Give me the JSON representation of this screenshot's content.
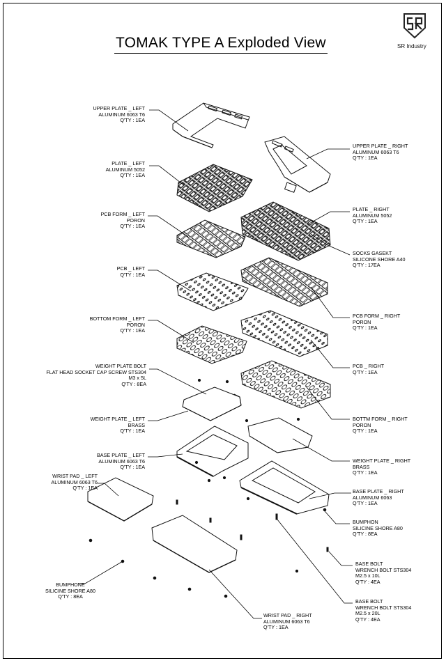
{
  "title": "TOMAK TYPE A Exploded View",
  "logo": {
    "text": "SR Industry"
  },
  "parts": {
    "upper_plate_left": {
      "name": "UPPER PLATE _ LEFT",
      "material": "ALUMINUM 6063 T6",
      "qty": "Q'TY : 1EA"
    },
    "upper_plate_right": {
      "name": "UPPER PLATE _ RIGHT",
      "material": "ALUMINUM 6063 T6",
      "qty": "Q'TY : 1EA"
    },
    "plate_left": {
      "name": "PLATE _ LEFT",
      "material": "ALUMINUM 5052",
      "qty": "Q'TY : 1EA"
    },
    "plate_right": {
      "name": "PLATE _ RIGHT",
      "material": "ALUMINUM 5052",
      "qty": "Q'TY : 1EA"
    },
    "pcb_form_left": {
      "name": "PCB FORM _ LEFT",
      "material": "PORON",
      "qty": "Q'TY : 1EA"
    },
    "socks_gasket": {
      "name": "SOCKS GASEKT",
      "material": "SILICONE SHORE A40",
      "qty": "Q'TY : 17EA"
    },
    "pcb_left": {
      "name": "PCB _ LEFT",
      "qty": "Q'TY : 1EA"
    },
    "pcb_form_right": {
      "name": "PCB FORM _ RIGHT",
      "material": "PORON",
      "qty": "Q'TY : 1EA"
    },
    "bottom_form_left": {
      "name": "BOTTOM FORM _ LEFT",
      "material": "PORON",
      "qty": "Q'TY : 1EA"
    },
    "pcb_right": {
      "name": "PCB _ RIGHT",
      "qty": "Q'TY : 1EA"
    },
    "weight_plate_bolt": {
      "name": "WEIGHT PLATE BOLT",
      "material": "FLAT HEAD SOCKET CAP SCREW STS304",
      "size": "M3 x 5L",
      "qty": "Q'TY : 8EA"
    },
    "weight_plate_left": {
      "name": "WEIGHT PLATE _ LEFT",
      "material": "BRASS",
      "qty": "Q'TY : 1EA"
    },
    "bottom_form_right": {
      "name": "BOTTM FORM _ RIGHT",
      "material": "PORON",
      "qty": "Q'TY : 1EA"
    },
    "base_plate_left": {
      "name": "BASE PLATE _ LEFT",
      "material": "ALUMINUM 6063 T6",
      "qty": "Q'TY : 1EA"
    },
    "weight_plate_right": {
      "name": "WEIGHT PLATE _ RIGHT",
      "material": "BRASS",
      "qty": "Q'TY : 1EA"
    },
    "wrist_pad_left": {
      "name": "WRIST PAD _ LEFT",
      "material": "ALUMINUM 6063 T6",
      "qty": "Q'TY : 1EA"
    },
    "base_plate_right": {
      "name": "BASE PLATE _ RIGHT",
      "material": "ALUMINUM 6063",
      "qty": "Q'TY : 1EA"
    },
    "bumphon": {
      "name": "BUMPHON",
      "material": "SILICINE SHORE A80",
      "qty": "Q'TY : 8EA"
    },
    "base_bolt_10": {
      "name": "BASE BOLT",
      "material": "WRENCH BOLT STS304",
      "size": "M2.5 x 10L",
      "qty": "Q'TY : 4EA"
    },
    "bumphone": {
      "name": "BUMPHONE",
      "material": "SILICINE SHORE A80",
      "qty": "Q'TY : 8EA"
    },
    "base_bolt_20": {
      "name": "BASE BOLT",
      "material": "WRENCH BOLT STS304",
      "size": "M2.5 x 20L",
      "qty": "Q'TY : 4EA"
    },
    "wrist_pad_right": {
      "name": "WRIST PAD _ RIGHT",
      "material": "ALUMINUM 6063 T6",
      "qty": "Q'TY : 1EA"
    }
  }
}
